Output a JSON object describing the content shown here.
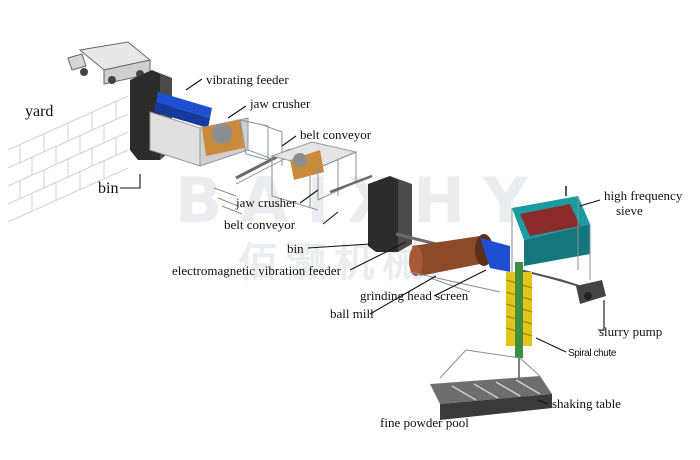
{
  "watermark": {
    "latin": "BAIXHY",
    "chinese": "佰灏机械"
  },
  "labels": {
    "yard": "yard",
    "vibrating_feeder": "vibrating feeder",
    "jaw_crusher_1": "jaw crusher",
    "belt_conveyor_1": "belt conveyor",
    "bin_1": "bin",
    "jaw_crusher_2": "jaw crusher",
    "belt_conveyor_2": "belt conveyor",
    "bin_2": "bin",
    "electromagnetic_vibration_feeder": "electromagnetic vibration feeder",
    "high_frequency_line1": "high frequency",
    "high_frequency_line2": "sieve",
    "grinding_head_screen": "grinding head screen",
    "ball_mill": "ball mill",
    "slurry_pump": "slurry pump",
    "spiral_chute": "Spiral chute",
    "shaking_table": "shaking table",
    "fine_powder_pool": "fine powder pool"
  },
  "colors": {
    "feeder_blue": "#1f4fd1",
    "crusher_orange": "#c98a3a",
    "mill_brown": "#8b4a2a",
    "sieve_teal": "#1b9aa0",
    "spiral_yellow": "#e2c51a",
    "bin_dark": "#2c2c2c",
    "steel_gray": "#8a8f96"
  }
}
